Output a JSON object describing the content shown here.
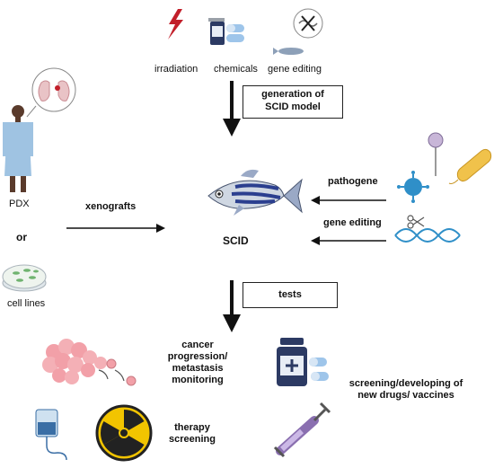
{
  "top": {
    "methods": [
      "irradiation",
      "chemicals",
      "gene editing"
    ],
    "generation_box": [
      "generation of",
      "SCID model"
    ]
  },
  "left": {
    "pdx_label": "PDX",
    "or_label": "or",
    "cell_lines_label": "cell lines",
    "xenografts_label": "xenografts"
  },
  "center": {
    "scid_label": "SCID"
  },
  "right": {
    "pathogene_label": "pathogene",
    "gene_editing_label": "gene editing"
  },
  "tests_box": "tests",
  "outcomes": {
    "cancer": [
      "cancer",
      "progression/",
      "metastasis",
      "monitoring"
    ],
    "drugs": [
      "screening/developing of",
      "new drugs/ vaccines"
    ],
    "therapy": [
      "therapy",
      "screening"
    ]
  },
  "colors": {
    "arrow": "#111111",
    "zebrafish_stripe": "#2b3f8f",
    "cell_pink": "#f2a0a8",
    "radiation_yellow": "#f2c400",
    "bottle_navy": "#2c3a63",
    "virus_blue": "#2f8fc8",
    "bolt_red": "#c21f2a"
  },
  "icons": [
    "lightning-bolt-icon",
    "pill-bottle-icon",
    "zebrafish-icon",
    "lung-icon",
    "patient-icon",
    "petri-dish-icon",
    "virus-icon",
    "fungus-icon",
    "bacterium-icon",
    "dna-scissors-icon",
    "tumor-cells-icon",
    "medicine-bottle-icon",
    "capsule-icon",
    "syringe-icon",
    "iv-bag-icon",
    "radiation-icon"
  ]
}
